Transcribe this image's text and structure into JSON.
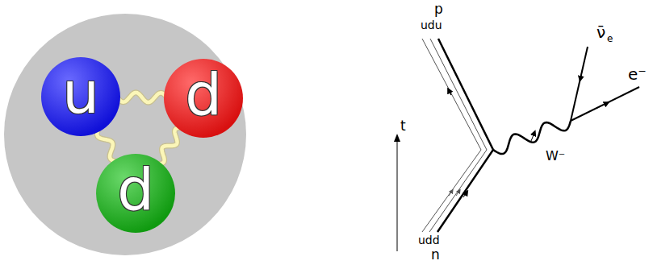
{
  "diagram": {
    "nodes": [
      {
        "text": [
          "u"
        ]
      },
      {
        "text": [
          "d"
        ]
      },
      {
        "text": [
          "d"
        ]
      }
    ],
    "edges": [
      {
        "from": 0,
        "to": 1,
        "arrow": "none"
      },
      {
        "from": 0,
        "to": 2,
        "arrow": "none"
      },
      {
        "from": 1,
        "to": 2,
        "arrow": "none"
      }
    ],
    "labels": [
      "t",
      "p",
      "udu",
      "udd",
      "n",
      "ν̄",
      "e",
      "e⁻",
      "W⁻"
    ]
  }
}
